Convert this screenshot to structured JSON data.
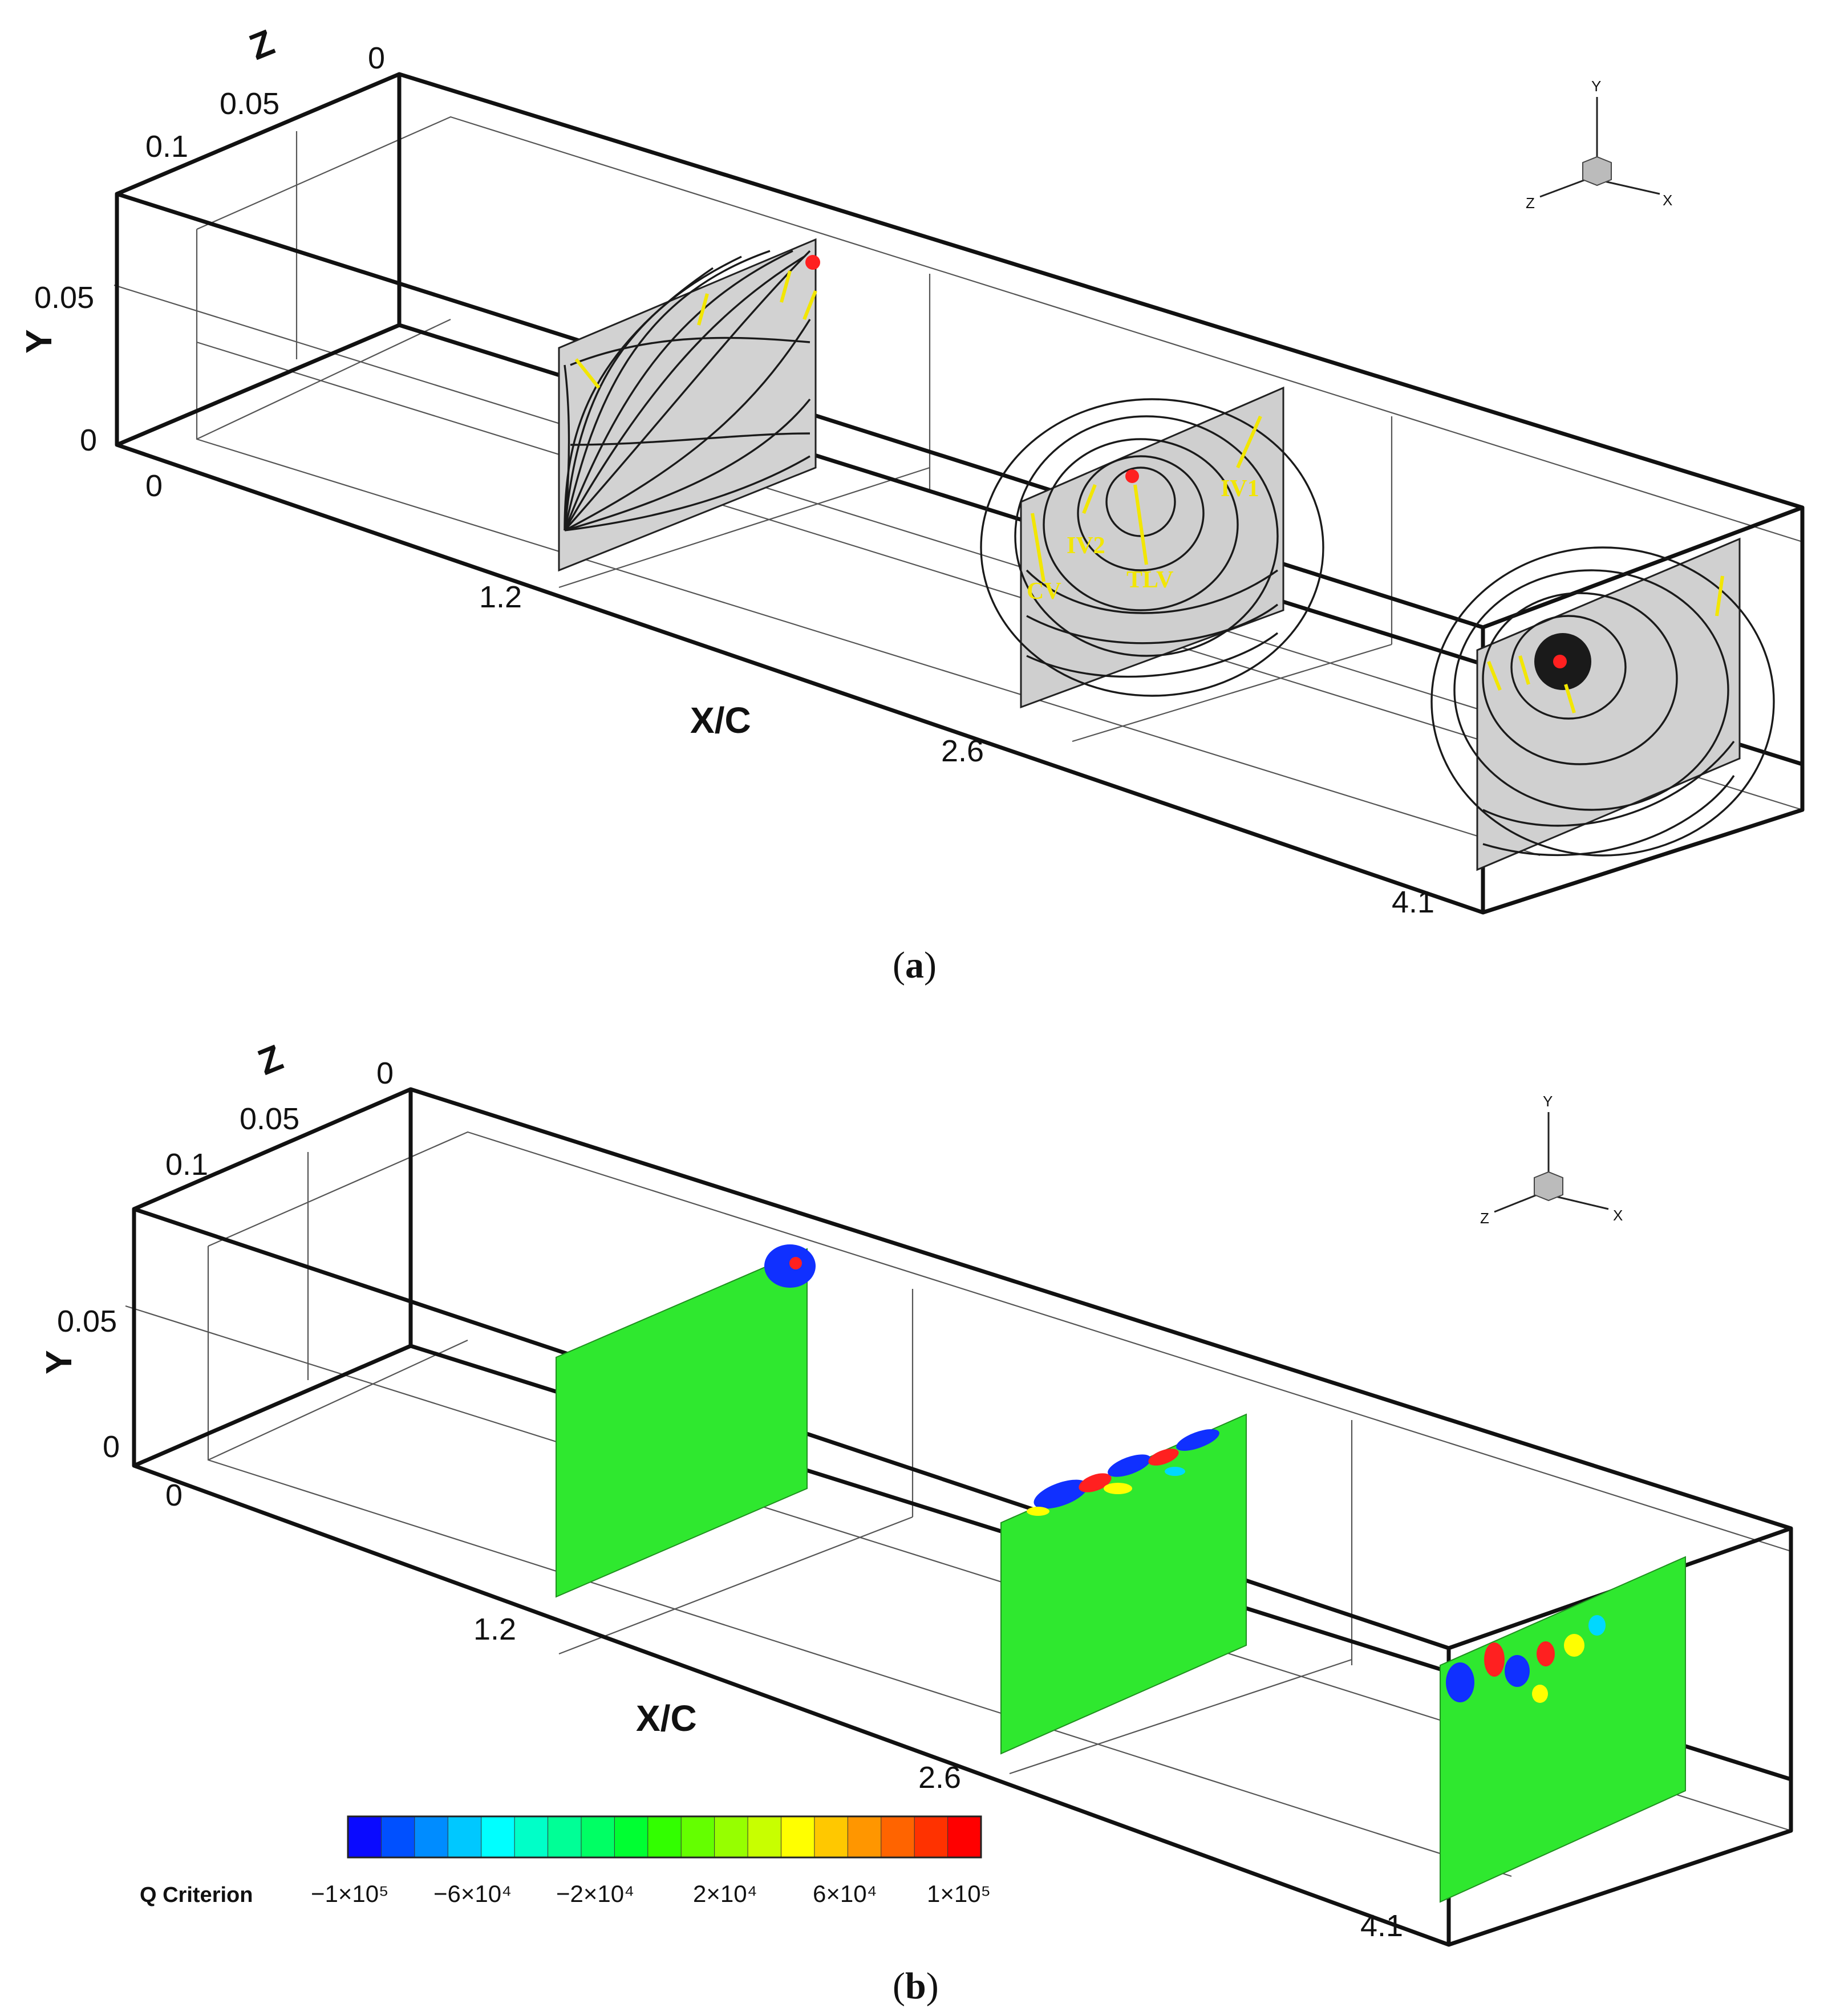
{
  "panel_a": {
    "caption": "a",
    "axis": {
      "z_title": "Z",
      "z_ticks": [
        "0.1",
        "0.05",
        "0"
      ],
      "y_title": "Y",
      "y_ticks": [
        "0.05",
        "0"
      ],
      "x_title": "X/C",
      "x_ticks": [
        "0",
        "1.2",
        "2.6",
        "4.1"
      ]
    },
    "triad": {
      "x": "X",
      "y": "Y",
      "z": "Z"
    },
    "annotations": [
      "IV1",
      "IV2",
      "TLV",
      "CV"
    ]
  },
  "panel_b": {
    "caption": "b",
    "axis": {
      "z_title": "Z",
      "z_ticks": [
        "0.1",
        "0.05",
        "0"
      ],
      "y_title": "Y",
      "y_ticks": [
        "0.05",
        "0"
      ],
      "x_title": "X/C",
      "x_ticks": [
        "0",
        "1.2",
        "2.6",
        "4.1"
      ]
    },
    "triad": {
      "x": "X",
      "y": "Y",
      "z": "Z"
    },
    "colorbar": {
      "title": "Q Criterion",
      "labels": [
        "−1×10⁵",
        "−6×10⁴",
        "−2×10⁴",
        "2×10⁴",
        "6×10⁴",
        "1×10⁵"
      ],
      "colors": [
        "#0a0aff",
        "#0050ff",
        "#008cff",
        "#00c8ff",
        "#00ffff",
        "#00ffc8",
        "#00ff96",
        "#00ff64",
        "#00ff32",
        "#32ff00",
        "#64ff00",
        "#96ff00",
        "#c8ff00",
        "#ffff00",
        "#ffc800",
        "#ff9600",
        "#ff6400",
        "#ff3200",
        "#ff0000"
      ]
    }
  }
}
